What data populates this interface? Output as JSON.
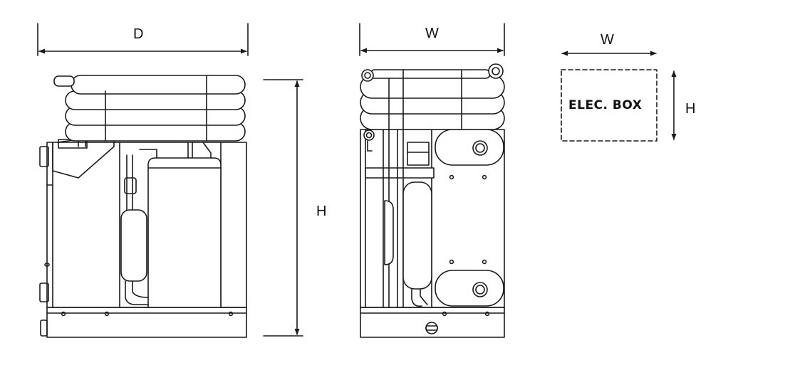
{
  "labels": {
    "side_depth": "D",
    "side_height": "H",
    "front_width": "W",
    "box_width": "W",
    "box_height": "H",
    "elec_box": "ELEC. BOX"
  },
  "colors": {
    "line": "#1a1a1a",
    "fill": "#ffffff"
  }
}
